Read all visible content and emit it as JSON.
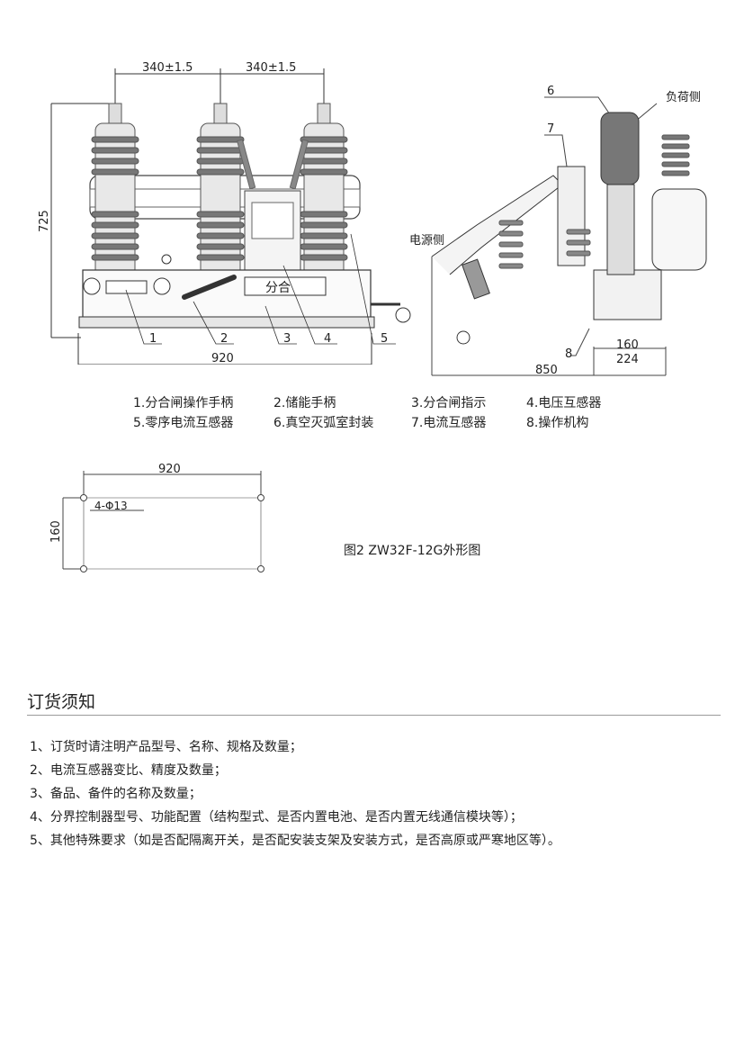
{
  "front_view": {
    "dims": {
      "top_left": "340±1.5",
      "top_right": "340±1.5",
      "height": "725",
      "bottom": "920"
    },
    "callouts": [
      "1",
      "2",
      "3",
      "4",
      "5"
    ],
    "indicator_text": "分合"
  },
  "side_view": {
    "labels": {
      "load_side": "负荷侧",
      "source_side": "电源侧"
    },
    "callouts": [
      "6",
      "7",
      "8"
    ],
    "dims": {
      "inner": "160",
      "outer": "224",
      "depth": "850"
    }
  },
  "legend": {
    "rows": [
      [
        "1.分合闸操作手柄",
        "2.储能手柄",
        "3.分合闸指示",
        "4.电压互感器"
      ],
      [
        "5.零序电流互感器",
        "6.真空灭弧室封装",
        "7.电流互感器",
        "8.操作机构"
      ]
    ]
  },
  "base_plan": {
    "width": "920",
    "depth": "160",
    "holes": "4-Φ13"
  },
  "figure_caption": "图2 ZW32F-12G外形图",
  "ordering": {
    "title": "订货须知",
    "items": [
      "1、订货时请注明产品型号、名称、规格及数量；",
      "2、电流互感器变比、精度及数量；",
      "3、备品、备件的名称及数量；",
      "4、分界控制器型号、功能配置（结构型式、是否内置电池、是否内置无线通信模块等）；",
      "5、其他特殊要求（如是否配隔离开关，是否配安装支架及安装方式，是否高原或严寒地区等）。"
    ]
  }
}
